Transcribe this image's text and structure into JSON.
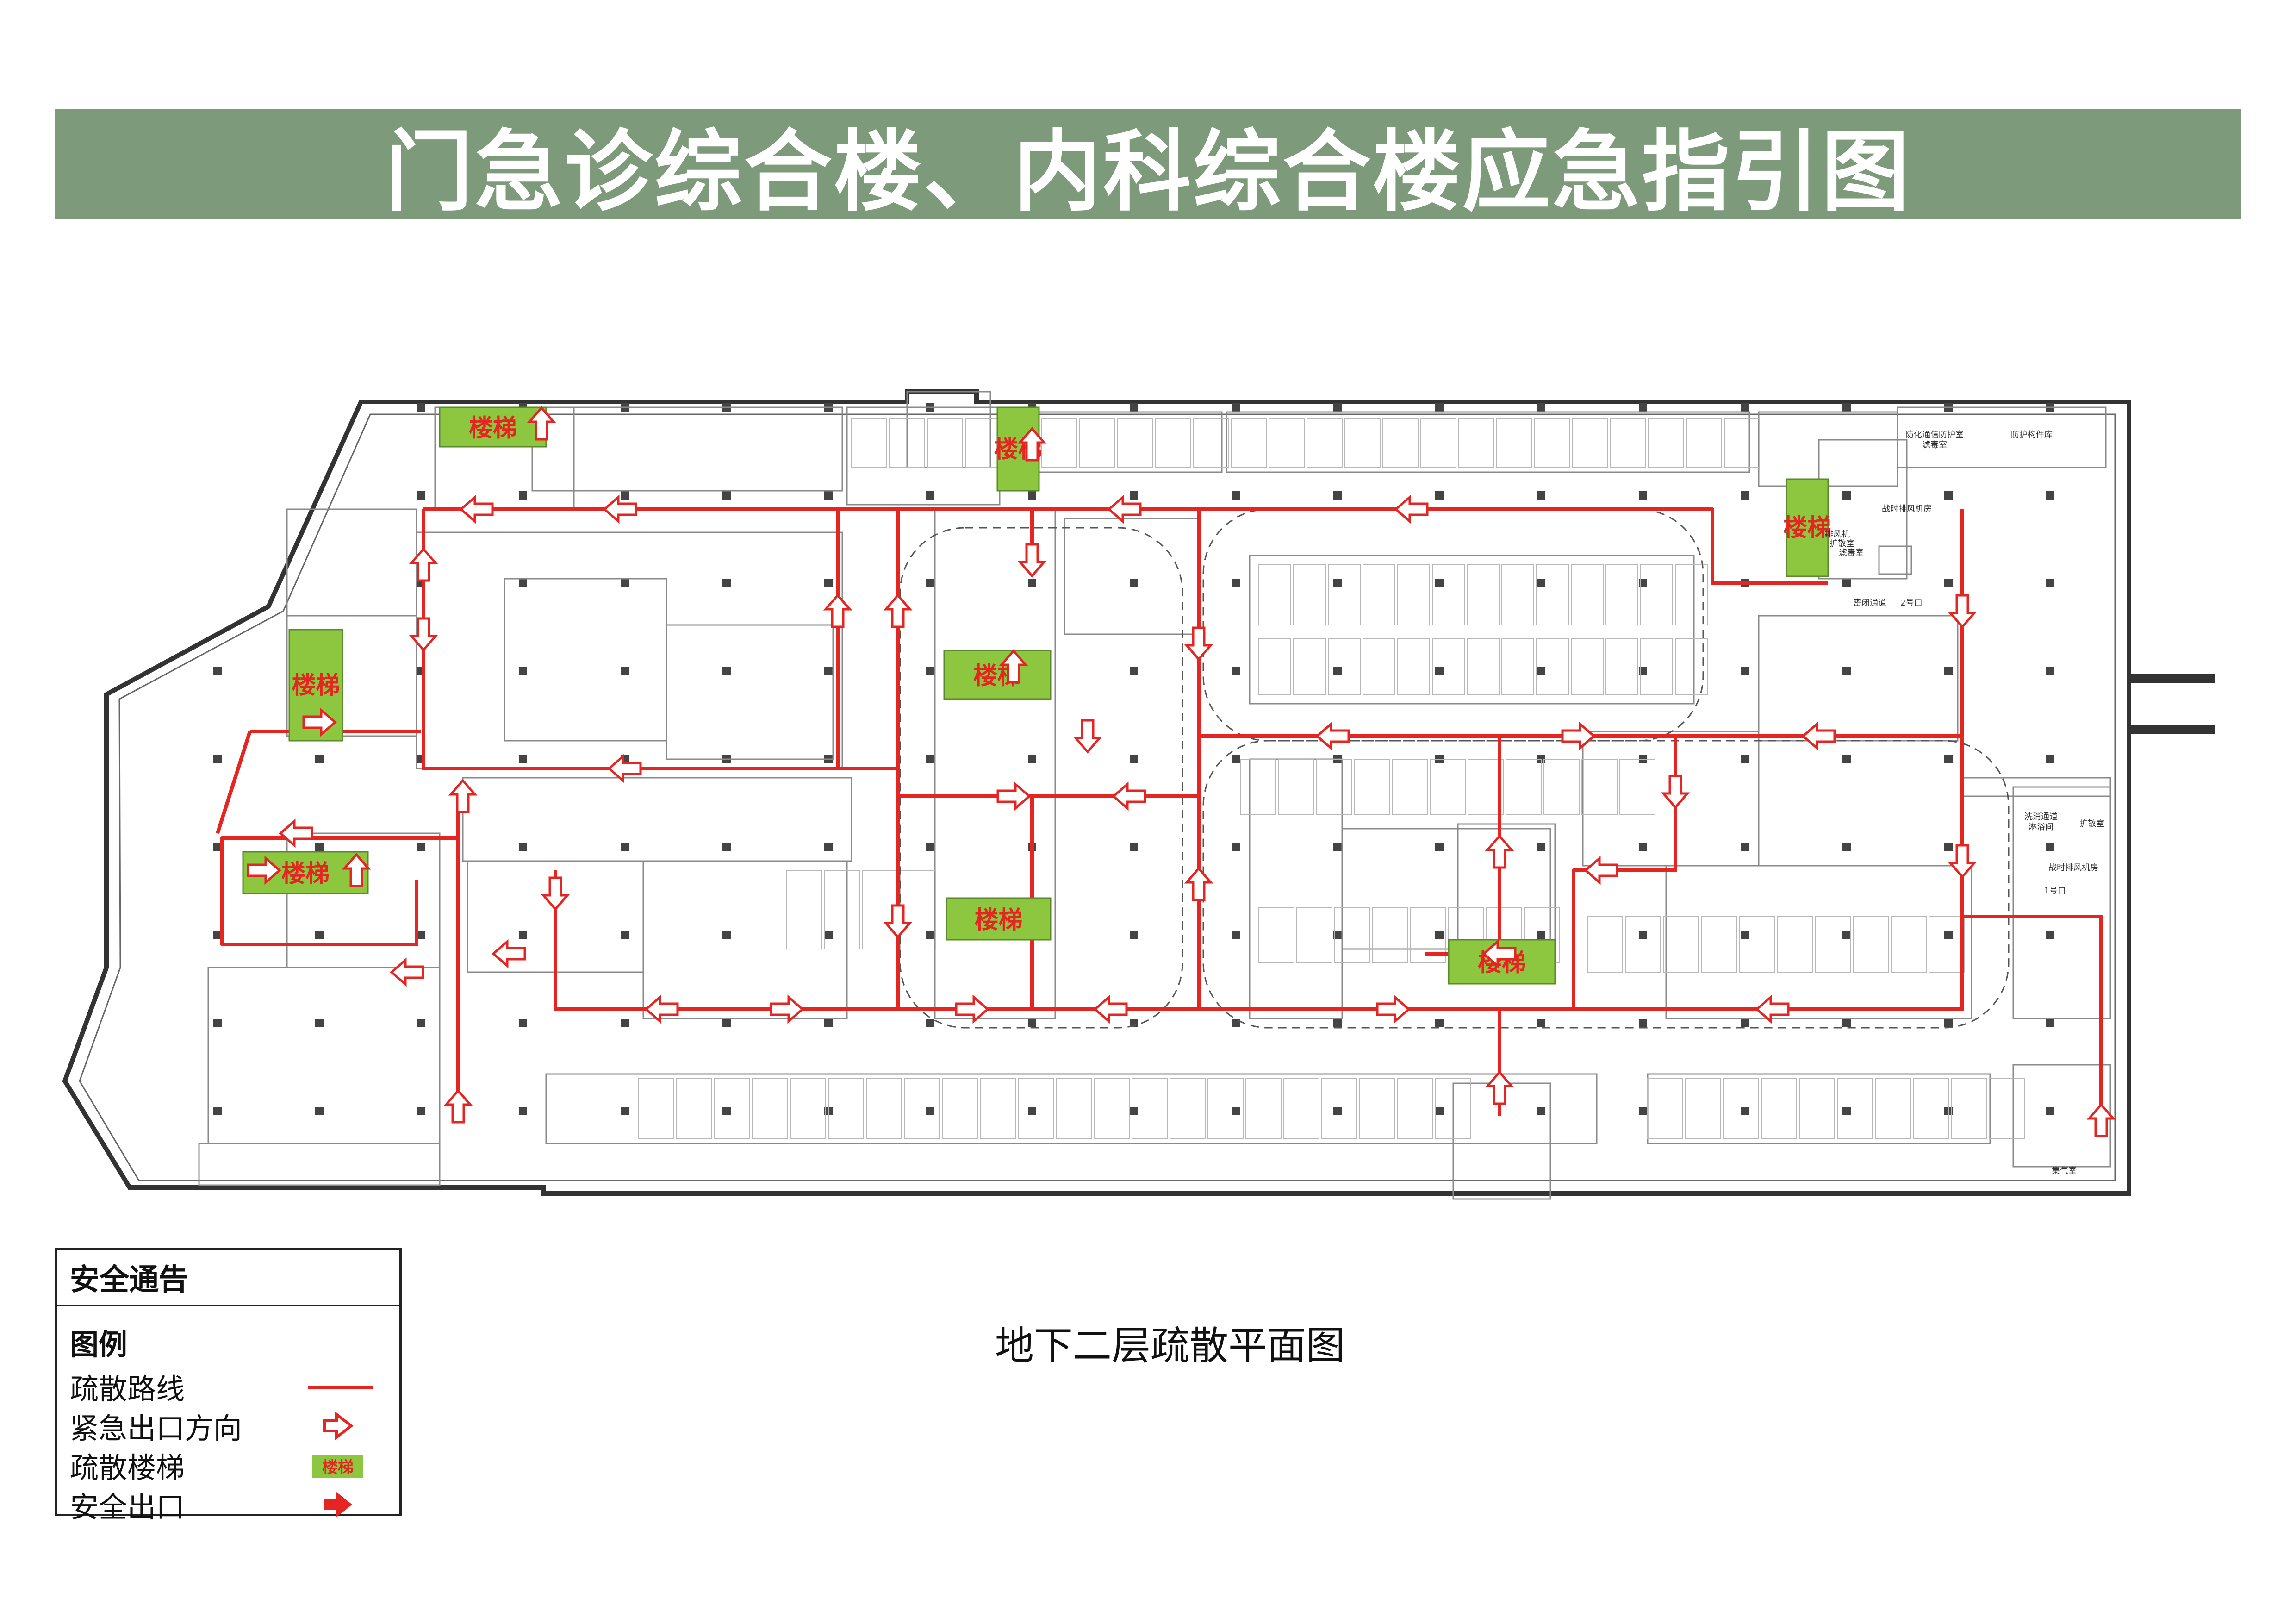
{
  "title": "门急诊综合楼、内科综合楼应急指引图",
  "plan_title": "地下二层疏散平面图",
  "colors": {
    "banner": "#7d9a7a",
    "route": "#e52521",
    "stair_fill": "#8dc63f",
    "wall": "#333333"
  },
  "stair_label": "楼梯",
  "stairs_count": 8,
  "room_labels": {
    "r1": "防化通信防护室\n滤毒室",
    "r2": "防护构件库",
    "r3": "排风机",
    "r4": "扩散室",
    "r5": "战时排风机房",
    "r6": "滤毒室",
    "r7": "密闭通道",
    "r8": "2号口",
    "r9": "洗消通道\n淋浴间",
    "r10": "扩散室",
    "r11": "战时排风机房",
    "r12": "1号口",
    "r13": "集气室"
  },
  "legend": {
    "header": "安全通告",
    "title": "图例",
    "items": [
      {
        "label": "疏散路线",
        "icon": "route-line"
      },
      {
        "label": "紧急出口方向",
        "icon": "hollow-arrow"
      },
      {
        "label": "疏散楼梯",
        "icon": "stair-box",
        "sample": "楼梯"
      },
      {
        "label": "安全出口",
        "icon": "solid-arrow"
      }
    ]
  }
}
